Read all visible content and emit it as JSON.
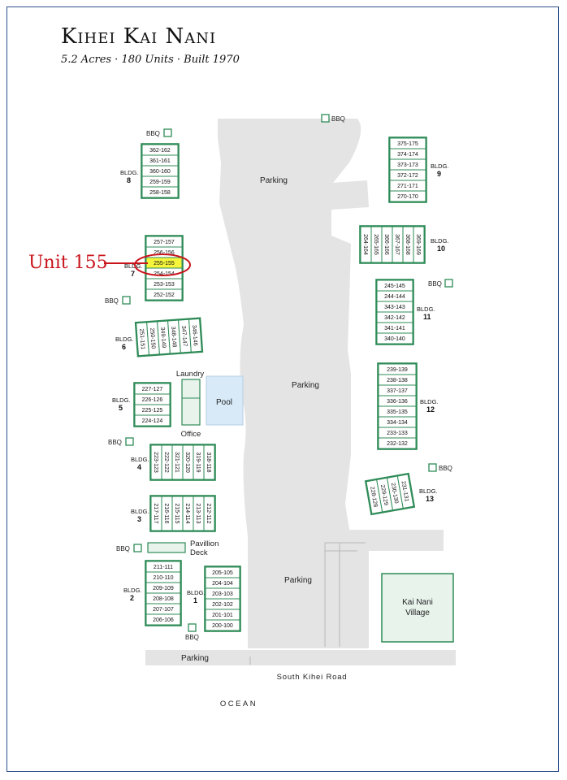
{
  "title": "Kihei Kai Nani",
  "subtitle": "5.2 Acres · 180 Units · Built 1970",
  "callout": {
    "label": "Unit 155",
    "color": "#c8141b"
  },
  "colors": {
    "building": "#2e8b57",
    "highlight": "#f5f53c",
    "pavement": "#e4e4e4",
    "pool": "#d8eaf8",
    "village": "#e8f3ec"
  },
  "labels": {
    "parking_top": "Parking",
    "parking_mid": "Parking",
    "parking_low": "Parking",
    "parking_bottom": "Parking",
    "laundry": "Laundry",
    "pool": "Pool",
    "office": "Office",
    "pavillion_1": "Pavillion",
    "pavillion_2": "Deck",
    "village_1": "Kai Nani",
    "village_2": "Village",
    "road": "South Kihei Road",
    "ocean": "OCEAN",
    "bbq": "BBQ",
    "bldg": "BLDG."
  },
  "buildings": {
    "b8": {
      "number": "8",
      "units": [
        "362-162",
        "361-161",
        "360-160",
        "259-159",
        "258-158"
      ]
    },
    "b9": {
      "number": "9",
      "units": [
        "375-175",
        "374-174",
        "373-173",
        "372-172",
        "271-171",
        "270-170"
      ]
    },
    "b7": {
      "number": "7",
      "units": [
        "257-157",
        "256-156",
        "255-155",
        "254-154",
        "253-153",
        "252-152"
      ],
      "highlight": "255-155"
    },
    "b10": {
      "number": "10",
      "units": [
        "264-164",
        "265-165",
        "366-166",
        "367-167",
        "368-168",
        "369-169"
      ]
    },
    "b11": {
      "number": "11",
      "units": [
        "245-145",
        "244-144",
        "343-143",
        "342-142",
        "341-141",
        "340-140"
      ]
    },
    "b6": {
      "number": "6",
      "units": [
        "251-151",
        "250-150",
        "349-149",
        "348-148",
        "347-147",
        "346-146"
      ]
    },
    "b12": {
      "number": "12",
      "units": [
        "239-139",
        "238-138",
        "337-137",
        "336-136",
        "335-135",
        "334-134",
        "233-133",
        "232-132"
      ]
    },
    "b5": {
      "number": "5",
      "units": [
        "227-127",
        "226-126",
        "225-125",
        "224-124"
      ]
    },
    "b4": {
      "number": "4",
      "units": [
        "223-123",
        "222-122",
        "321-121",
        "320-120",
        "319-119",
        "318-118"
      ]
    },
    "b13": {
      "number": "13",
      "units": [
        "228-128",
        "229-129",
        "230-130",
        "231-131"
      ]
    },
    "b3": {
      "number": "3",
      "units": [
        "217-117",
        "216-116",
        "215-115",
        "214-114",
        "213-113",
        "212-112"
      ]
    },
    "b2": {
      "number": "2",
      "units": [
        "211-111",
        "210-110",
        "209-109",
        "208-108",
        "207-107",
        "206-106"
      ]
    },
    "b1": {
      "number": "1",
      "units": [
        "205-105",
        "204-104",
        "203-103",
        "202-102",
        "201-101",
        "200-100"
      ]
    }
  }
}
